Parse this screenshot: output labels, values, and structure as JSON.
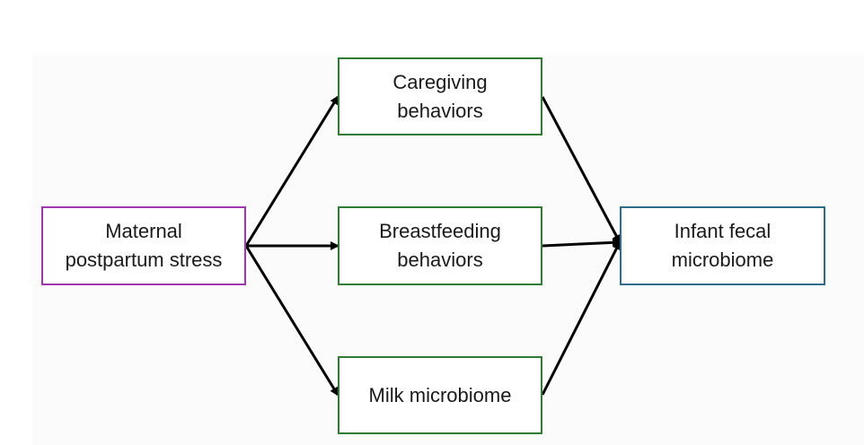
{
  "colors": {
    "exposure_border": "#a235b0",
    "mediator_border": "#2e7d32",
    "outcome_border": "#2f6b8a",
    "arrow": "#000000"
  },
  "nodes": {
    "stress": {
      "line1": "Maternal",
      "line2": "postpartum stress"
    },
    "caregiving": {
      "line1": "Caregiving",
      "line2": "behaviors"
    },
    "breastfeeding": {
      "line1": "Breastfeeding",
      "line2": "behaviors"
    },
    "milk": {
      "line1": "Milk microbiome"
    },
    "infant": {
      "line1": "Infant fecal",
      "line2": "microbiome"
    }
  },
  "edges": [
    {
      "from": "stress",
      "to": "caregiving"
    },
    {
      "from": "stress",
      "to": "breastfeeding"
    },
    {
      "from": "stress",
      "to": "milk"
    },
    {
      "from": "caregiving",
      "to": "infant"
    },
    {
      "from": "breastfeeding",
      "to": "infant"
    },
    {
      "from": "milk",
      "to": "infant"
    }
  ]
}
